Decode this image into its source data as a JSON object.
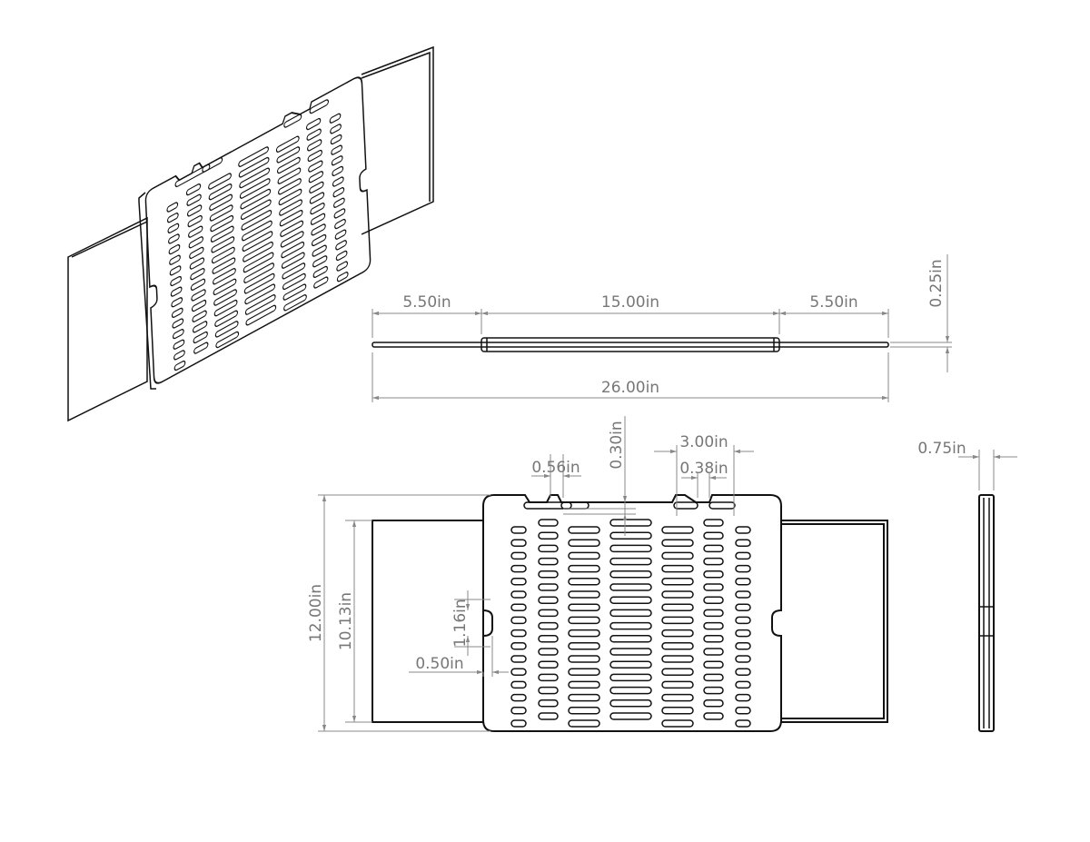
{
  "dimensions": {
    "top_left_ext": "5.50in",
    "top_center": "15.00in",
    "top_right_ext": "5.50in",
    "top_overall": "26.00in",
    "thickness": "0.25in",
    "notch_gap": "0.56in",
    "slot_offset": "0.30in",
    "notch_pair_span": "3.00in",
    "notch_gap_right": "0.38in",
    "overall_height": "12.00in",
    "slide_height": "10.13in",
    "side_notch_length": "1.16in",
    "side_notch_depth": "0.50in",
    "side_thickness": "0.75in"
  },
  "colors": {
    "outline": "#111111",
    "dimension": "#888888"
  }
}
